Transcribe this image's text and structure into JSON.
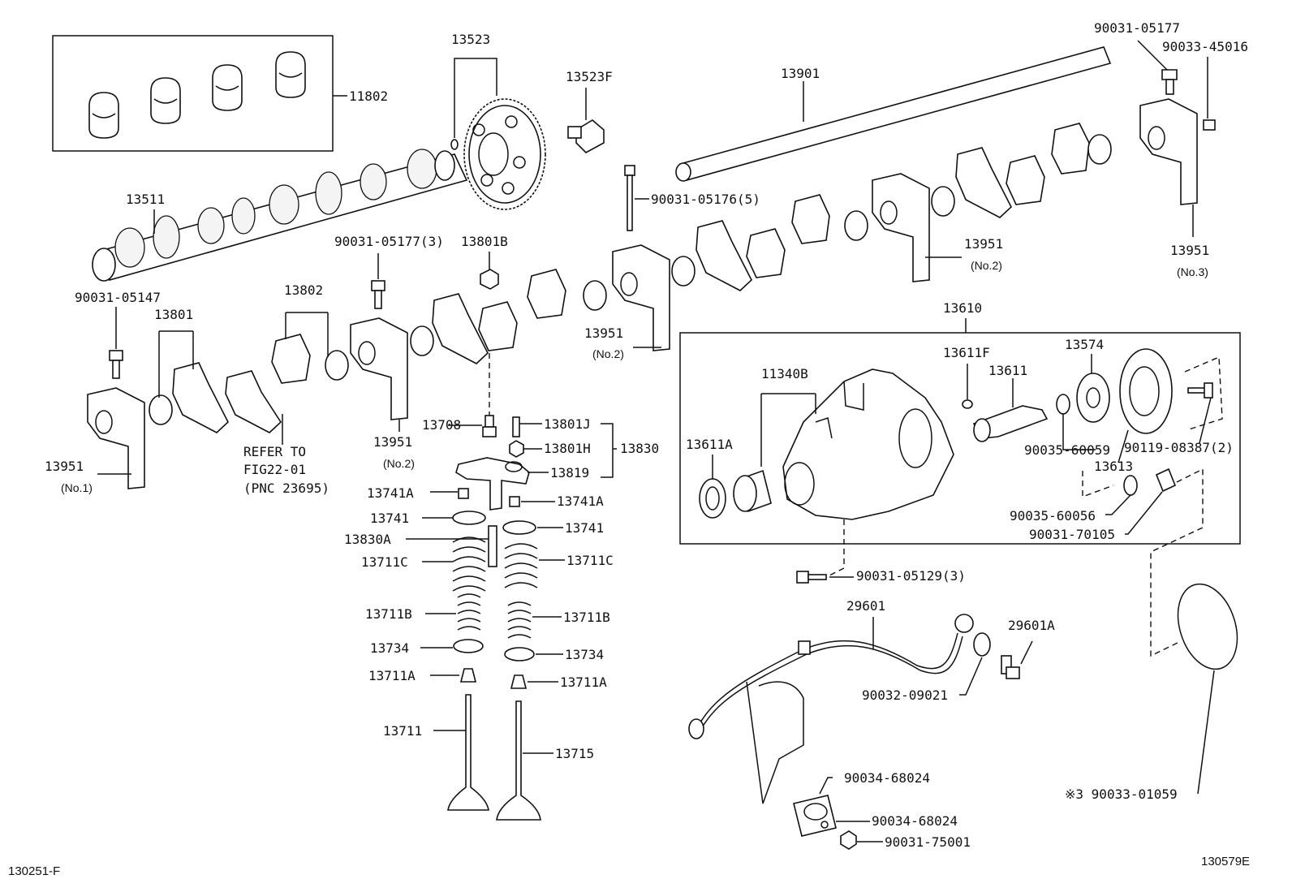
{
  "labels": {
    "p11802": "11802",
    "p13523": "13523",
    "p13523F": "13523F",
    "p13901": "13901",
    "p90031_05177": "90031-05177",
    "p90033_45016": "90033-45016",
    "p13511": "13511",
    "p90031_05176": "90031-05176(5)",
    "p90031_05177_3": "90031-05177(3)",
    "p13801B": "13801B",
    "p13951_no2_top": "13951",
    "p13951_no3": "13951",
    "p90031_05147": "90031-05147",
    "p13801": "13801",
    "p13802": "13802",
    "p13951_no2_mid": "13951",
    "p13951_no2_low": "13951",
    "p13951_no1": "13951",
    "p13610": "13610",
    "p11340B": "11340B",
    "p13611F": "13611F",
    "p13611": "13611",
    "p13574": "13574",
    "p13611A": "13611A",
    "p90035_60059": "90035-60059",
    "p13613": "13613",
    "p90119_08387": "90119-08387(2)",
    "p90035_60056": "90035-60056",
    "p90031_70105": "90031-70105",
    "p13708": "13708",
    "p13801J": "13801J",
    "p13801H": "13801H",
    "p13830": "13830",
    "p13819": "13819",
    "p13741A_l": "13741A",
    "p13741A_r": "13741A",
    "p13741_l": "13741",
    "p13741_r": "13741",
    "p13830A": "13830A",
    "p13711C_l": "13711C",
    "p13711C_r": "13711C",
    "p13711B_l": "13711B",
    "p13711B_r": "13711B",
    "p13734_l": "13734",
    "p13734_r": "13734",
    "p13711A_l": "13711A",
    "p13711A_r": "13711A",
    "p13711": "13711",
    "p13715": "13715",
    "p90031_05129": "90031-05129(3)",
    "p29601": "29601",
    "p29601A": "29601A",
    "p90032_09021": "90032-09021",
    "p90034_68024_a": "90034-68024",
    "p90034_68024_b": "90034-68024",
    "p90031_75001": "90031-75001",
    "p90033_01059": "※3 90033-01059"
  },
  "sub_labels": {
    "no1": "(No.1)",
    "no2_a": "(No.2)",
    "no2_b": "(No.2)",
    "no2_c": "(No.2)",
    "no3": "(No.3)"
  },
  "refer_note": {
    "line1": "REFER TO",
    "line2": "FIG22-01",
    "line3": "(PNC 23695)"
  },
  "corner_codes": {
    "left": "130251-F",
    "right": "130579E"
  }
}
